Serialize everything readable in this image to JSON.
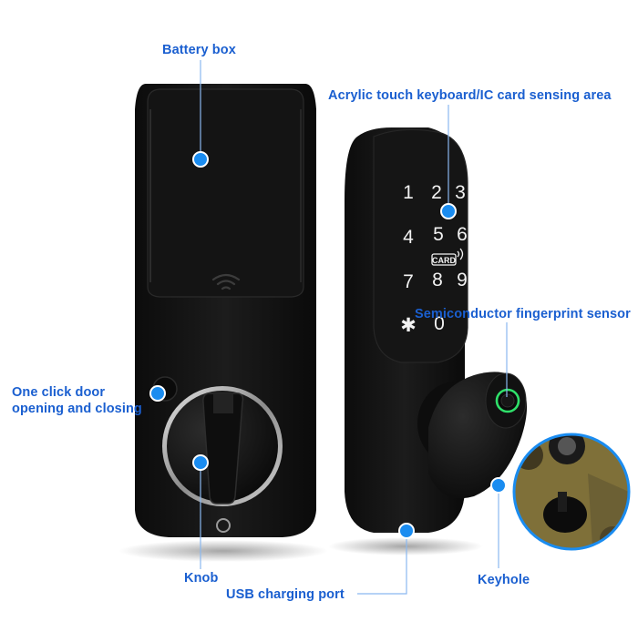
{
  "image": {
    "subject": "smart deadbolt lock with keypad and fingerprint sensor, shown as interior and exterior units",
    "accent_color": "#1a8cf0",
    "label_color": "#1a5fd0",
    "lock_color": "#131313",
    "ring_color": "#c9c9c9",
    "fingerprint_ring_color": "#2fe06a"
  },
  "keypad": {
    "digits": [
      "1",
      "2",
      "3",
      "4",
      "5",
      "6",
      "7",
      "8",
      "9",
      "✱",
      "0"
    ],
    "card_badge": "CARD"
  },
  "callouts": {
    "battery_box": "Battery box",
    "keyboard": "Acrylic touch keyboard/IC card sensing area",
    "fingerprint": "Semiconductor fingerprint sensor",
    "one_click": [
      "One click door",
      "opening and closing"
    ],
    "knob": "Knob",
    "usb": "USB charging port",
    "keyhole": "Keyhole"
  }
}
